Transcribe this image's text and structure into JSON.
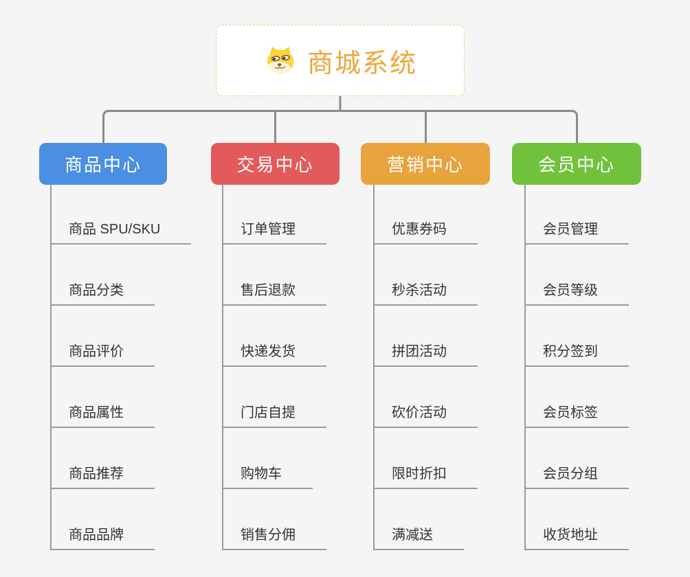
{
  "root": {
    "label": "商城系统",
    "icon": "dog-face-icon"
  },
  "branches": [
    {
      "label": "商品中心",
      "color": "#4b8fe2",
      "children": [
        "商品 SPU/SKU",
        "商品分类",
        "商品评价",
        "商品属性",
        "商品推荐",
        "商品品牌"
      ]
    },
    {
      "label": "交易中心",
      "color": "#e25a5a",
      "children": [
        "订单管理",
        "售后退款",
        "快递发货",
        "门店自提",
        "购物车",
        "销售分佣"
      ]
    },
    {
      "label": "营销中心",
      "color": "#e8a33d",
      "children": [
        "优惠券码",
        "秒杀活动",
        "拼团活动",
        "砍价活动",
        "限时折扣",
        "满减送"
      ]
    },
    {
      "label": "会员中心",
      "color": "#72c13c",
      "children": [
        "会员管理",
        "会员等级",
        "积分签到",
        "会员标签",
        "会员分组",
        "收货地址"
      ]
    }
  ],
  "colors": {
    "bg": "#f5f5f6",
    "line": "#8a8a8a",
    "thin-line": "#9a9a9a",
    "accent": "#f0a63a",
    "root-border": "#f5c377",
    "leaf-text": "#333333"
  }
}
